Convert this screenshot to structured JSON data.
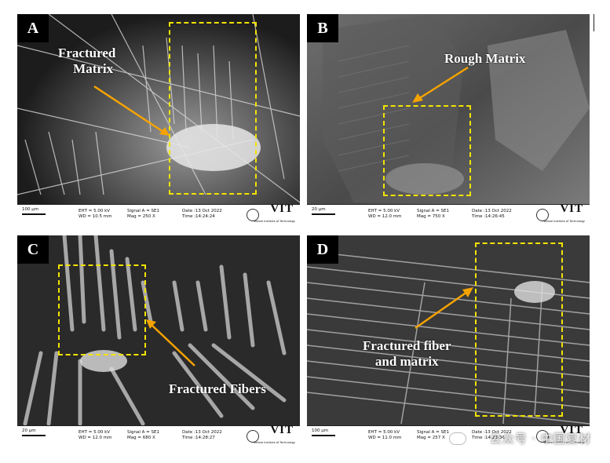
{
  "panels": [
    {
      "label": "A",
      "callout": [
        "Fractured",
        "Matrix"
      ],
      "info": {
        "scale": "100 µm",
        "eht": "EHT = 5.00 kV",
        "wd": "WD = 10.5 mm",
        "signal": "Signal A = SE1",
        "mag": "Mag = 250 X",
        "date": "Date :13 Oct 2022",
        "time": "Time :14:24:24"
      }
    },
    {
      "label": "B",
      "callout": [
        "Rough Matrix"
      ],
      "info": {
        "scale": "20 µm",
        "eht": "EHT = 5.00 kV",
        "wd": "WD = 12.0 mm",
        "signal": "Signal A = SE1",
        "mag": "Mag = 750 X",
        "date": "Date :13 Oct 2022",
        "time": "Time :14:26:45"
      }
    },
    {
      "label": "C",
      "callout": [
        "Fractured Fibers"
      ],
      "info": {
        "scale": "20 µm",
        "eht": "EHT = 5.00 kV",
        "wd": "WD = 12.0 mm",
        "signal": "Signal A = SE1",
        "mag": "Mag = 680 X",
        "date": "Date :13 Oct 2022",
        "time": "Time :14:28:27"
      }
    },
    {
      "label": "D",
      "callout": [
        "Fractured fiber",
        "and matrix"
      ],
      "info": {
        "scale": "100 µm",
        "eht": "EHT = 5.00 kV",
        "wd": "WD = 11.0 mm",
        "signal": "Signal A = SE1",
        "mag": "Mag = 257 X",
        "date": "Date :13 Oct 2022",
        "time": "Time :14:23:34"
      }
    }
  ],
  "logo": "VIT",
  "logo_sub": "Vellore Institute of Technology",
  "watermark": "公众号 · 中国复材",
  "colors": {
    "dash": "#f2e300",
    "arrow": "#f5a300",
    "bar": "#ffffff"
  }
}
